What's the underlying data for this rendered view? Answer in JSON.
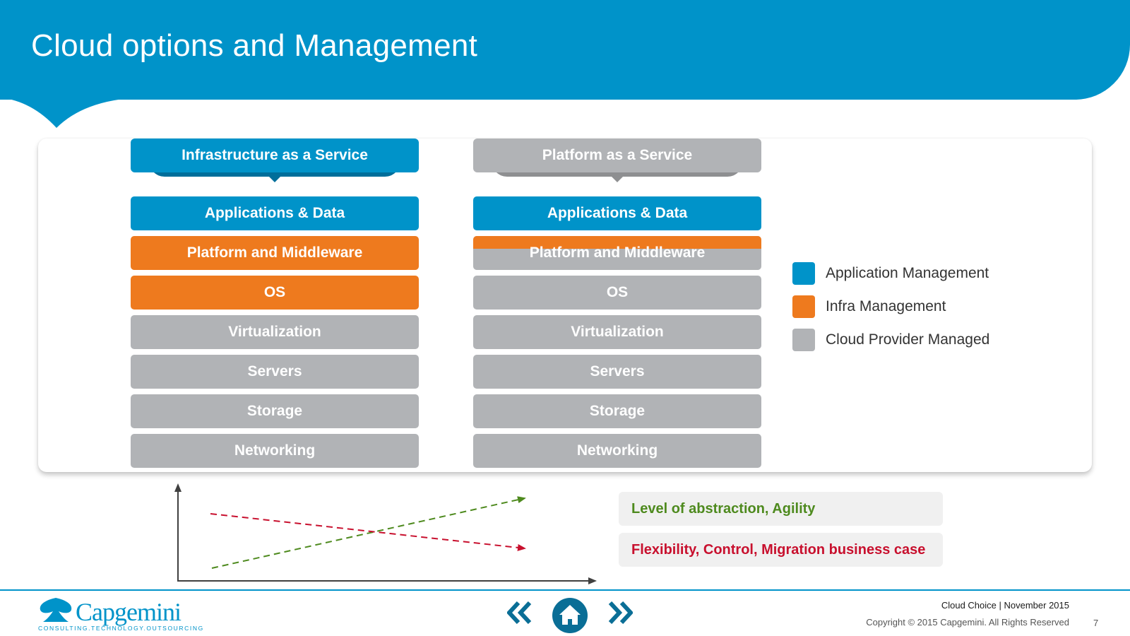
{
  "title": "Cloud options and Management",
  "stacks": {
    "iaas": {
      "header": "Infrastructure as a Service",
      "layers": [
        {
          "label": "Applications & Data",
          "managed_by": "Application Management"
        },
        {
          "label": "Platform and Middleware",
          "managed_by": "Infra Management"
        },
        {
          "label": "OS",
          "managed_by": "Infra Management"
        },
        {
          "label": "Virtualization",
          "managed_by": "Cloud Provider Managed"
        },
        {
          "label": "Servers",
          "managed_by": "Cloud Provider Managed"
        },
        {
          "label": "Storage",
          "managed_by": "Cloud Provider Managed"
        },
        {
          "label": "Networking",
          "managed_by": "Cloud Provider Managed"
        }
      ]
    },
    "paas": {
      "header": "Platform as a Service",
      "layers": [
        {
          "label": "Applications & Data",
          "managed_by": "Application Management"
        },
        {
          "label": "Platform and Middleware",
          "managed_by": [
            "Infra Management",
            "Cloud Provider Managed"
          ]
        },
        {
          "label": "OS",
          "managed_by": "Cloud Provider Managed"
        },
        {
          "label": "Virtualization",
          "managed_by": "Cloud Provider Managed"
        },
        {
          "label": "Servers",
          "managed_by": "Cloud Provider Managed"
        },
        {
          "label": "Storage",
          "managed_by": "Cloud Provider Managed"
        },
        {
          "label": "Networking",
          "managed_by": "Cloud Provider Managed"
        }
      ]
    }
  },
  "legend": [
    {
      "label": "Application Management",
      "color": "#0093c9"
    },
    {
      "label": "Infra Management",
      "color": "#ee7a1e"
    },
    {
      "label": "Cloud Provider Managed",
      "color": "#b1b3b6"
    }
  ],
  "trend_legend": [
    {
      "label": "Level of abstraction, Agility",
      "color": "#4e8a1e",
      "direction": "increasing"
    },
    {
      "label": "Flexibility, Control, Migration business case",
      "color": "#c8102e",
      "direction": "decreasing"
    }
  ],
  "colors": {
    "header": "#0093c9",
    "application": "#0093c9",
    "infra": "#ee7a1e",
    "provider": "#b1b3b6"
  },
  "footer": {
    "logo_name": "Capgemini",
    "logo_tagline": "CONSULTING.TECHNOLOGY.OUTSOURCING",
    "presentation": "Cloud Choice | November 2015",
    "copyright": "Copyright © 2015 Capgemini.  All Rights Reserved",
    "page_number": "7",
    "nav_icons": [
      "double-chevron-left-icon",
      "home-icon",
      "double-chevron-right-icon"
    ]
  }
}
